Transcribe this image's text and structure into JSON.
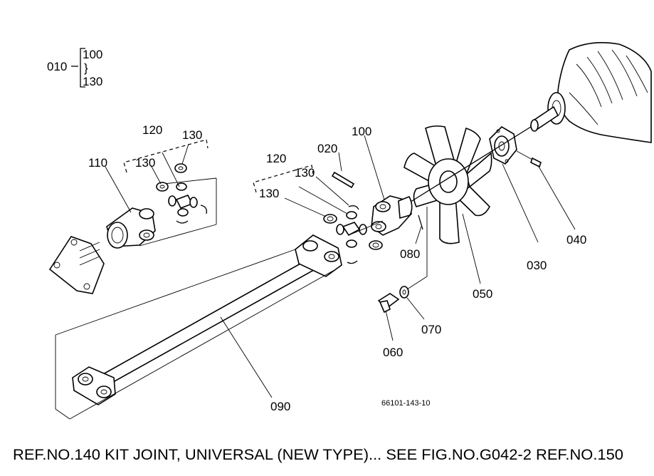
{
  "kit": {
    "ref": "010",
    "range_top": "100",
    "range_sep": "}",
    "range_bottom": "130"
  },
  "callouts": {
    "p020": "020",
    "p030": "030",
    "p040": "040",
    "p050": "050",
    "p060": "060",
    "p070": "070",
    "p080": "080",
    "p090": "090",
    "p100": "100",
    "p110": "110",
    "p120_left": "120",
    "p130_left_a": "130",
    "p130_left_b": "130",
    "p120_right": "120",
    "p130_right_a": "130",
    "p130_right_b": "130"
  },
  "drawing_number": "66101-143-10",
  "caption": "REF.NO.140 KIT JOINT, UNIVERSAL (NEW TYPE)...   SEE FIG.NO.G042-2 REF.NO.150"
}
